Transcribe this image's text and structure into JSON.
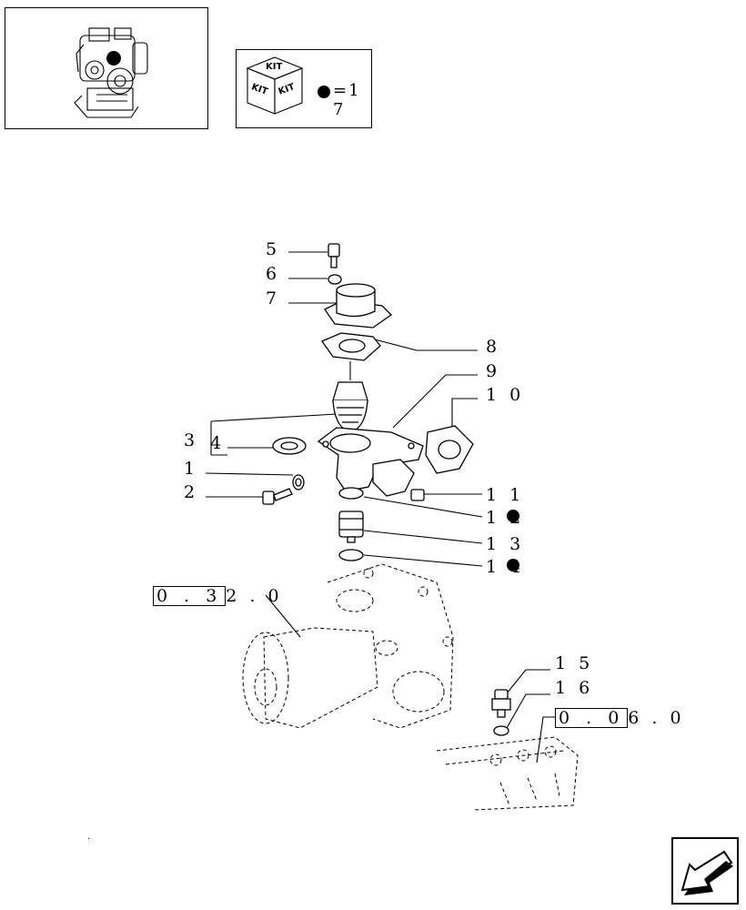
{
  "kit_legend": {
    "kit_word_top": "KIT",
    "kit_word_left": "KIT",
    "kit_word_right": "KIT",
    "equation": "=1 7"
  },
  "callouts": [
    {
      "id": "5",
      "label": "5"
    },
    {
      "id": "6",
      "label": "6"
    },
    {
      "id": "7",
      "label": "7"
    },
    {
      "id": "8",
      "label": "8"
    },
    {
      "id": "9",
      "label": "9"
    },
    {
      "id": "10",
      "label": "1 0"
    },
    {
      "id": "3",
      "label": "3"
    },
    {
      "id": "4",
      "label": "4"
    },
    {
      "id": "1",
      "label": "1"
    },
    {
      "id": "2",
      "label": "2"
    },
    {
      "id": "11",
      "label": "1 1"
    },
    {
      "id": "12",
      "label": "1 2",
      "kit": true
    },
    {
      "id": "13",
      "label": "1 3"
    },
    {
      "id": "14",
      "label": "1 4",
      "kit": true
    },
    {
      "id": "15",
      "label": "1 5"
    },
    {
      "id": "16",
      "label": "1 6"
    }
  ],
  "references": {
    "ref_032": {
      "boxed": "0 . 3",
      "rest": "2 . 0"
    },
    "ref_006": {
      "boxed": "0 . 0",
      "rest": "6 . 0"
    }
  },
  "marks": {
    "dot": "."
  },
  "icons": {
    "kit_marker": "filled-circle",
    "nav": "arrow-down-left-icon"
  }
}
